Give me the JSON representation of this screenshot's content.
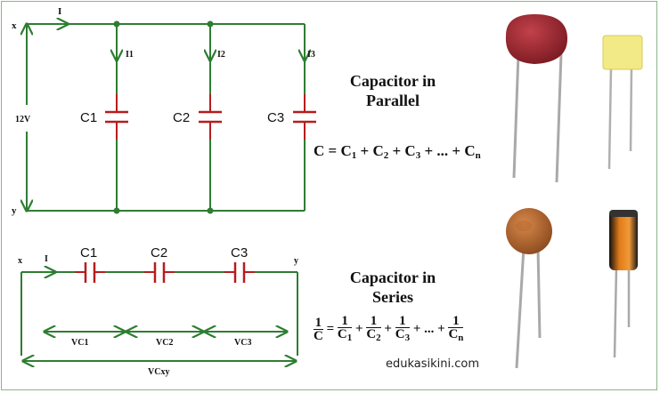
{
  "colors": {
    "wire": "#2e7d32",
    "plate": "#b71c1c",
    "label": "#111111"
  },
  "parallel": {
    "node_top": "x",
    "node_bottom": "y",
    "current_main": "I",
    "branch_currents": [
      "I1",
      "I2",
      "I3"
    ],
    "voltage": "12V",
    "capacitors": [
      "C1",
      "C2",
      "C3"
    ],
    "heading_line1": "Capacitor in",
    "heading_line2": "Parallel",
    "formula": {
      "lhs": "C",
      "eq": "=",
      "terms": [
        {
          "base": "C",
          "sub": "1"
        },
        {
          "base": "C",
          "sub": "2"
        },
        {
          "base": "C",
          "sub": "3"
        },
        {
          "base": "...",
          "sub": ""
        },
        {
          "base": "C",
          "sub": "n"
        }
      ]
    }
  },
  "series": {
    "node_left": "x",
    "node_right": "y",
    "current": "I",
    "capacitors": [
      "C1",
      "C2",
      "C3"
    ],
    "voltages": [
      "VC1",
      "VC2",
      "VC3"
    ],
    "total_voltage": "VCxy",
    "heading_line1": "Capacitor in",
    "heading_line2": "Series",
    "formula": {
      "lhs_num": "1",
      "lhs_den": "C",
      "eq": "=",
      "terms": [
        {
          "num": "1",
          "den_base": "C",
          "den_sub": "1"
        },
        {
          "num": "1",
          "den_base": "C",
          "den_sub": "2"
        },
        {
          "num": "1",
          "den_base": "C",
          "den_sub": "3"
        },
        {
          "num": "1",
          "den_base": "C",
          "den_sub": "n"
        }
      ],
      "ellipsis": "..."
    }
  },
  "watermark": "edukasikini.com",
  "photos": [
    "polyester-film-capacitor",
    "box-film-capacitor",
    "ceramic-disc-capacitor",
    "electrolytic-capacitor"
  ]
}
